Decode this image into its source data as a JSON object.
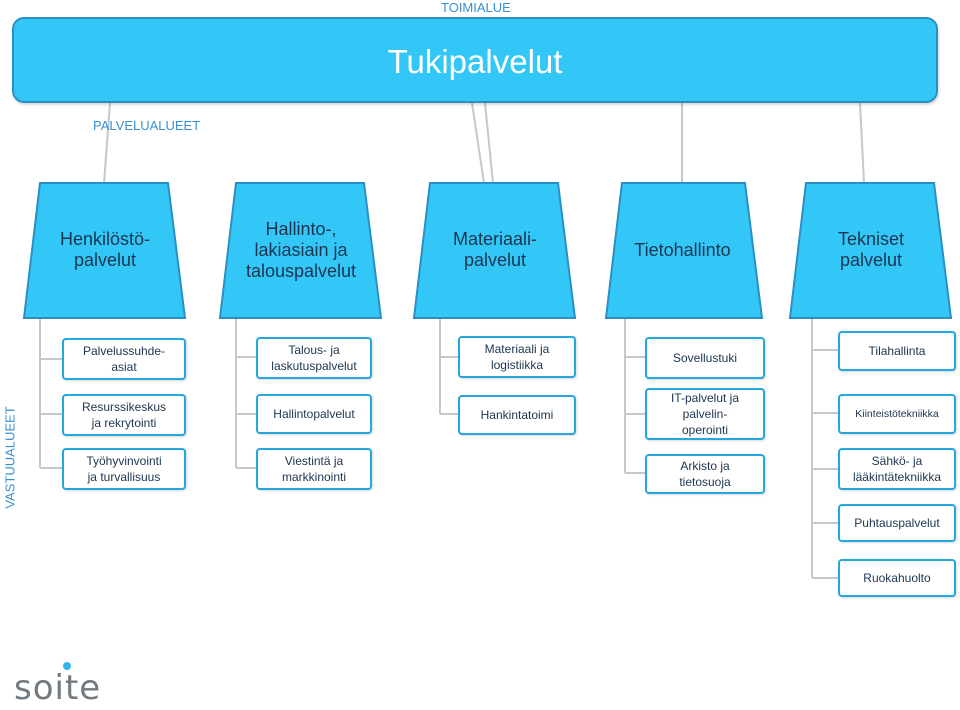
{
  "header": {
    "toimialue": "TOIMIALUE",
    "title": "Tukipalvelut"
  },
  "labels": {
    "palvelualueet": "PALVELUALUEET",
    "vastuualueet": "VASTUUALUEET"
  },
  "service_areas": [
    {
      "label": "Henkilöstö-\npalvelut"
    },
    {
      "label": "Hallinto-,\nlakiasiain ja\ntalouspalvelut"
    },
    {
      "label": "Materiaali-\npalvelut"
    },
    {
      "label": "Tietohallinto"
    },
    {
      "label": "Tekniset\npalvelut"
    }
  ],
  "responsibility_areas": [
    {
      "items": [
        "Palvelussuhde-\nasiat",
        "Resurssikeskus\nja rekrytointi",
        "Työhyvinvointi\nja turvallisuus"
      ]
    },
    {
      "items": [
        "Talous- ja\nlaskutuspalvelut",
        "Hallintopalvelut",
        "Viestintä ja\nmarkkinointi"
      ]
    },
    {
      "items": [
        "Materiaali ja\nlogistiikka",
        "Hankintatoimi"
      ]
    },
    {
      "items": [
        "Sovellustuki",
        "IT-palvelut ja\npalvelin-\noperointi",
        "Arkisto ja\ntietosuoja"
      ]
    },
    {
      "items": [
        "Tilahallinta",
        "Kiinteistötekniikka",
        "Sähkö- ja\nlääkintätekniikka",
        "Puhtauspalvelut",
        "Ruokahuolto"
      ]
    }
  ],
  "logo": {
    "text": "soite"
  },
  "colors": {
    "fill": "#33c7f8",
    "border": "#2b8fc4",
    "box_border": "#23a7dc",
    "label": "#3a8fd0"
  }
}
